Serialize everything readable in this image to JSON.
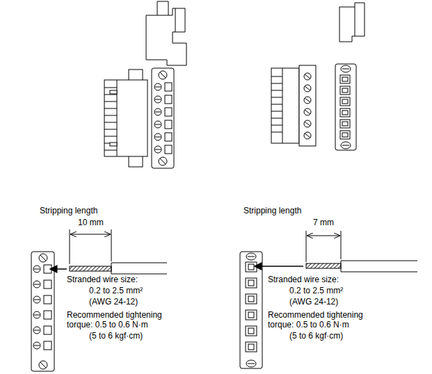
{
  "diagram": {
    "labels": [
      "Stripping length",
      "10 mm",
      "Stranded wire size:",
      "0.2 to 2.5 mm²",
      "(AWG 24-12)",
      "Recommended tightening torque:",
      "0.5 to 0.6 N·m",
      "(5 to 6 kgf·cm)",
      "Stripping length",
      "7 mm",
      "Stranded wire size:",
      "0.2 to 2.5 mm²",
      "(AWG 24-12)",
      "Recommended tightening torque:",
      "0.5 to 0.6 N·m",
      "(5 to 6 kgf·cm)"
    ]
  }
}
